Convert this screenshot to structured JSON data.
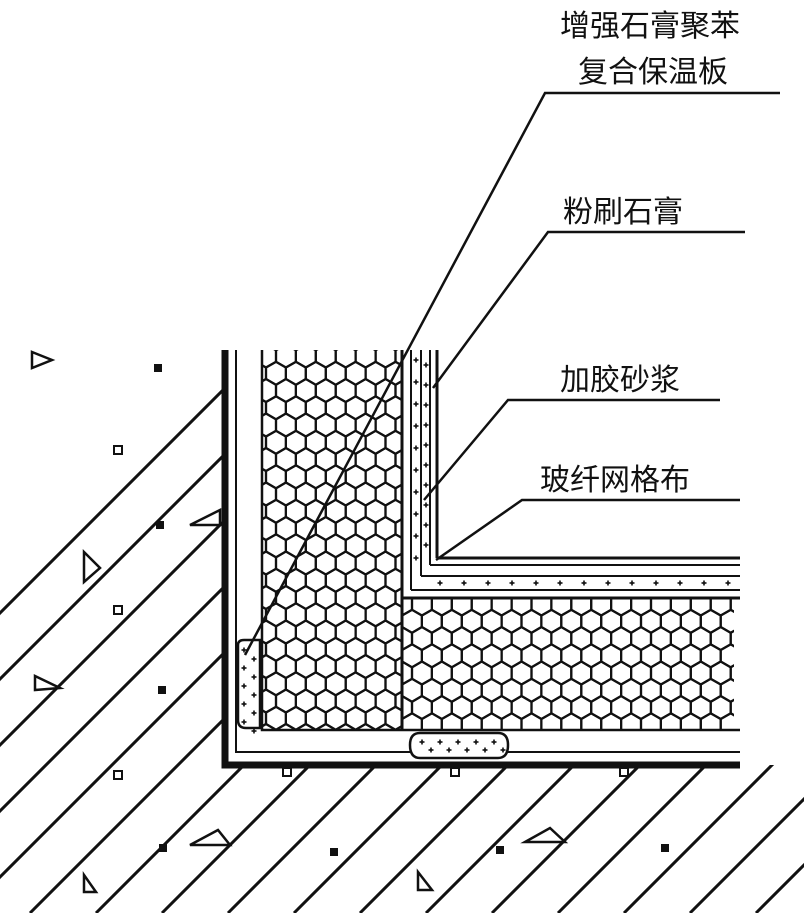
{
  "labels": {
    "board_line1": "增强石膏聚苯",
    "board_line2": "复合保温板",
    "plaster": "粉刷石膏",
    "mortar": "加胶砂浆",
    "mesh": "玻纤网格布"
  },
  "colors": {
    "ink": "#111111",
    "background": "#ffffff"
  }
}
